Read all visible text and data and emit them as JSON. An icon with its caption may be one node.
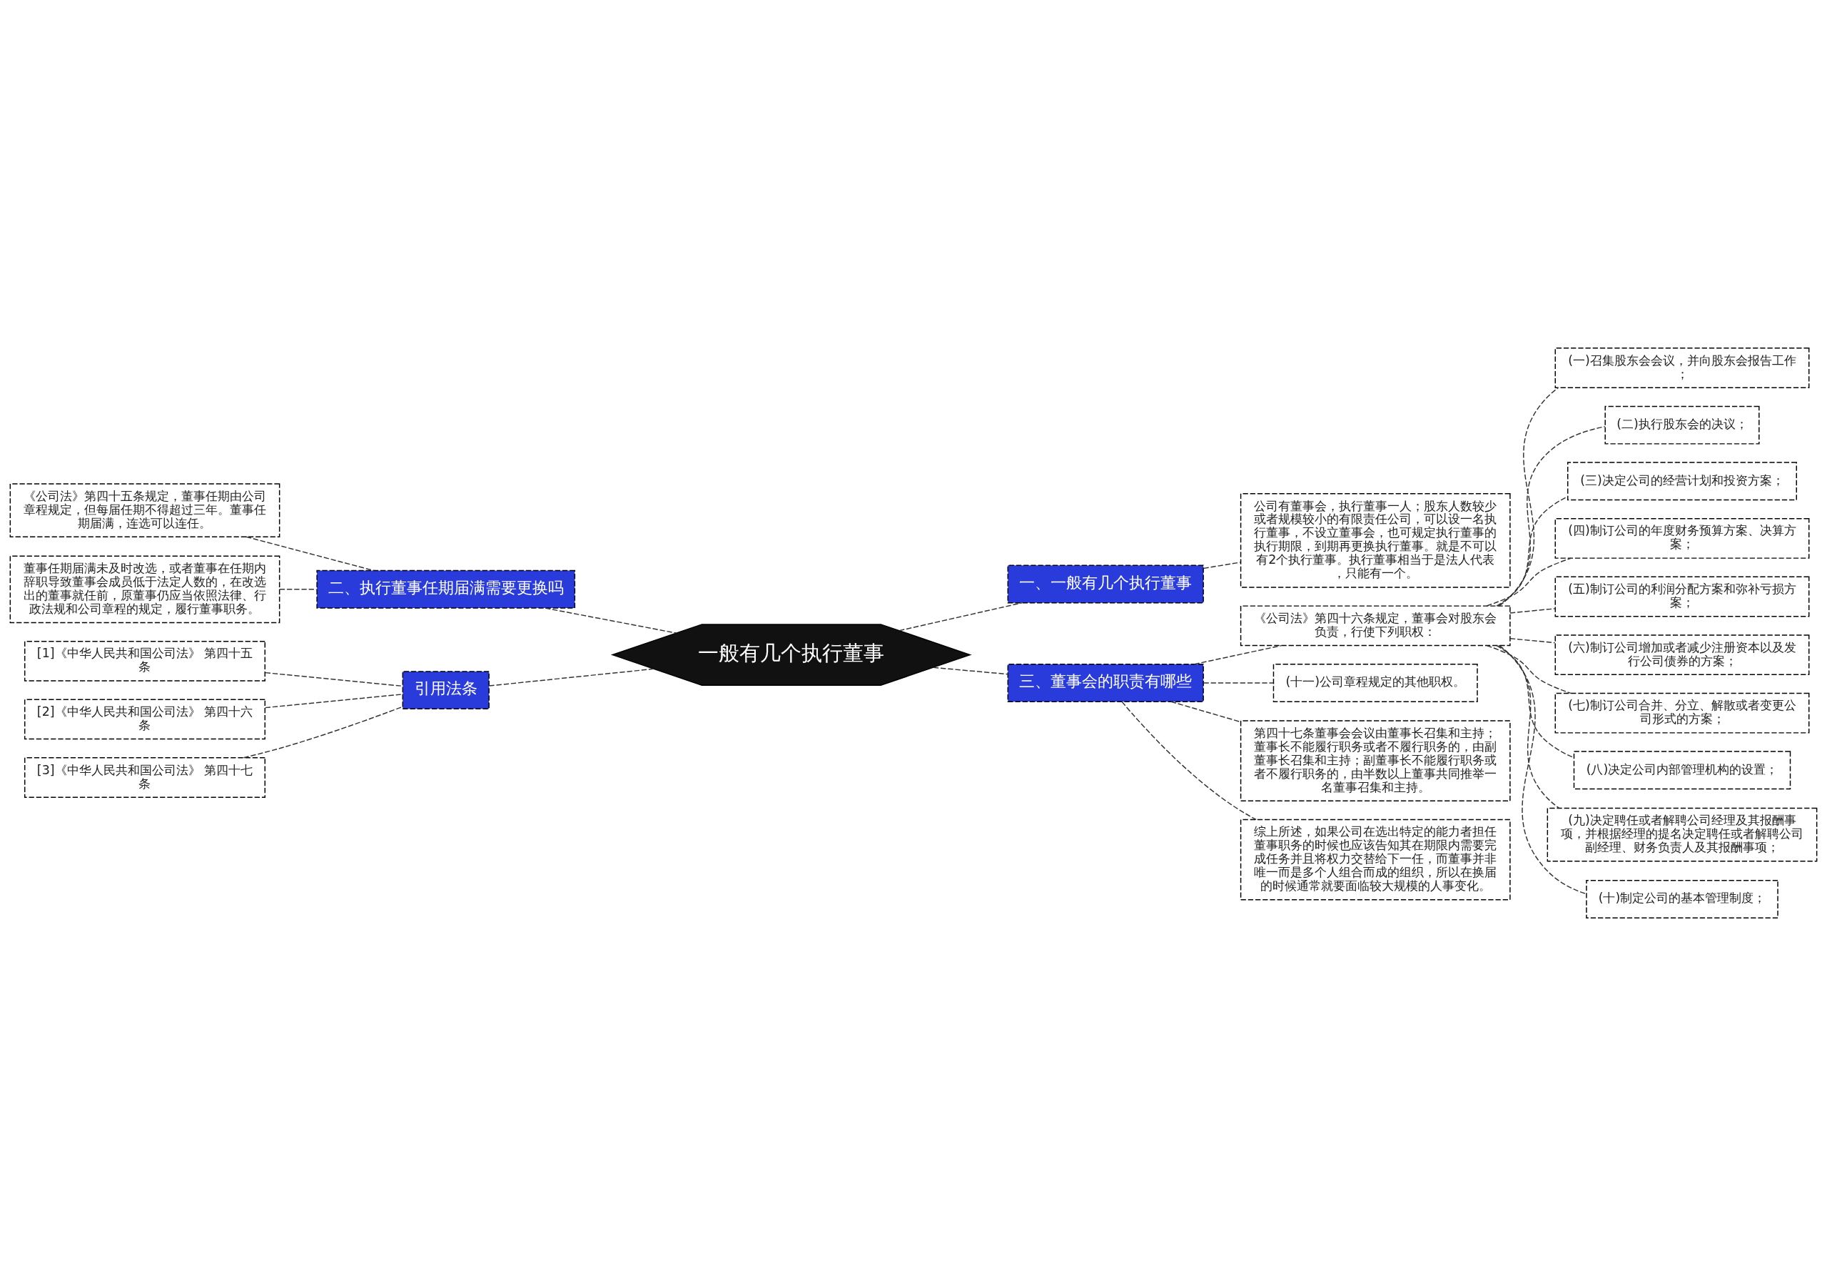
{
  "diagram": {
    "nodes": [
      {
        "text": [
          "一般有几个执行董事"
        ]
      },
      {
        "text": [
          "一、一般有几个执行董事"
        ]
      },
      {
        "text": [
          "公司有董事会，执行董事一人；股东人数较少或者规模较小的有限责任公司，可以设一名执行董事，不设立董事会，也可规定执行董事的执行期限，到期再更换执行董事。就是不可以有2个执行董事。执行董事相当于是法人代表，只能有一个。"
        ]
      },
      {
        "text": [
          "二、执行董事任期届满需要更换吗"
        ]
      },
      {
        "text": [
          "《公司法》第四十五条规定，董事任期由公司章程规定，但每届任期不得超过三年。董事任期届满，连选可以连任。"
        ]
      },
      {
        "text": [
          "董事任期届满未及时改选，或者董事在任期内辞职导致董事会成员低于法定人数的，在改选出的董事就任前，原董事仍应当依照法律、行政法规和公司章程的规定，履行董事职务。"
        ]
      },
      {
        "text": [
          "引用法条"
        ]
      },
      {
        "text": [
          "[1]《中华人民共和国公司法》 第四十五条"
        ]
      },
      {
        "text": [
          "[2]《中华人民共和国公司法》 第四十六条"
        ]
      },
      {
        "text": [
          "[3]《中华人民共和国公司法》 第四十七条"
        ]
      },
      {
        "text": [
          "三、董事会的职责有哪些"
        ]
      },
      {
        "text": [
          "《公司法》第四十六条规定，董事会对股东会负责，行使下列职权："
        ]
      },
      {
        "text": [
          "(一)召集股东会会议，并向股东会报告工作；"
        ]
      },
      {
        "text": [
          "(二)执行股东会的决议；"
        ]
      },
      {
        "text": [
          "(三)决定公司的经营计划和投资方案；"
        ]
      },
      {
        "text": [
          "(四)制订公司的年度财务预算方案、决算方案；"
        ]
      },
      {
        "text": [
          "(五)制订公司的利润分配方案和弥补亏损方案；"
        ]
      },
      {
        "text": [
          "(六)制订公司增加或者减少注册资本以及发行公司债券的方案；"
        ]
      },
      {
        "text": [
          "(七)制订公司合并、分立、解散或者变更公司形式的方案；"
        ]
      },
      {
        "text": [
          "(八)决定公司内部管理机构的设置；"
        ]
      },
      {
        "text": [
          "(九)决定聘任或者解聘公司经理及其报酬事项，并根据经理的提名决定聘任或者解聘公司副经理、财务负责人及其报酬事项；"
        ]
      },
      {
        "text": [
          "(十)制定公司的基本管理制度；"
        ]
      },
      {
        "text": [
          "(十一)公司章程规定的其他职权。"
        ]
      },
      {
        "text": [
          "第四十七条董事会会议由董事长召集和主持；董事长不能履行职务或者不履行职务的，由副董事长召集和主持；副董事长不能履行职务或者不履行职务的，由半数以上董事共同推举一名董事召集和主持。"
        ]
      },
      {
        "text": [
          "综上所述，如果公司在选出特定的能力者担任董事职务的时候也应该告知其在期限内需要完成任务并且将权力交替给下一任，而董事并非唯一而是多个人组合而成的组织，所以在换届的时候通常就要面临较大规模的人事变化。"
        ]
      }
    ],
    "edges": [
      {
        "from": 0,
        "to": 1,
        "arrow": "none",
        "style": "dashed"
      },
      {
        "from": 1,
        "to": 2,
        "arrow": "none",
        "style": "dashed"
      },
      {
        "from": 0,
        "to": 3,
        "arrow": "none",
        "style": "dashed"
      },
      {
        "from": 3,
        "to": 4,
        "arrow": "none",
        "style": "dashed"
      },
      {
        "from": 3,
        "to": 5,
        "arrow": "none",
        "style": "dashed"
      },
      {
        "from": 0,
        "to": 6,
        "arrow": "none",
        "style": "dashed"
      },
      {
        "from": 6,
        "to": 7,
        "arrow": "none",
        "style": "dashed"
      },
      {
        "from": 6,
        "to": 8,
        "arrow": "none",
        "style": "dashed"
      },
      {
        "from": 6,
        "to": 9,
        "arrow": "none",
        "style": "dashed"
      },
      {
        "from": 0,
        "to": 10,
        "arrow": "none",
        "style": "dashed"
      },
      {
        "from": 10,
        "to": 11,
        "arrow": "none",
        "style": "dashed"
      },
      {
        "from": 11,
        "to": 12,
        "arrow": "none",
        "style": "dashed"
      },
      {
        "from": 11,
        "to": 13,
        "arrow": "none",
        "style": "dashed"
      },
      {
        "from": 11,
        "to": 14,
        "arrow": "none",
        "style": "dashed"
      },
      {
        "from": 11,
        "to": 15,
        "arrow": "none",
        "style": "dashed"
      },
      {
        "from": 11,
        "to": 16,
        "arrow": "none",
        "style": "dashed"
      },
      {
        "from": 11,
        "to": 17,
        "arrow": "none",
        "style": "dashed"
      },
      {
        "from": 11,
        "to": 18,
        "arrow": "none",
        "style": "dashed"
      },
      {
        "from": 11,
        "to": 19,
        "arrow": "none",
        "style": "dashed"
      },
      {
        "from": 11,
        "to": 20,
        "arrow": "none",
        "style": "dashed"
      },
      {
        "from": 11,
        "to": 21,
        "arrow": "none",
        "style": "dashed"
      },
      {
        "from": 10,
        "to": 22,
        "arrow": "none",
        "style": "dashed"
      },
      {
        "from": 10,
        "to": 23,
        "arrow": "none",
        "style": "dashed"
      },
      {
        "from": 10,
        "to": 24,
        "arrow": "none",
        "style": "dashed"
      }
    ]
  }
}
